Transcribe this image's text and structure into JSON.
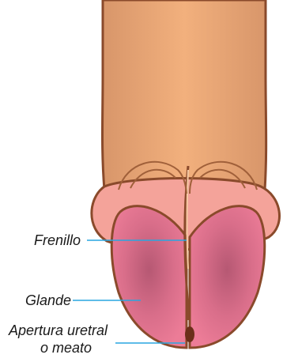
{
  "labels": {
    "frenillo": "Frenillo",
    "glande": "Glande",
    "meato_line1": "Apertura uretral",
    "meato_line2": "o meato"
  },
  "colors": {
    "outline": "#8a4a2b",
    "shaft_light": "#f2b07d",
    "shaft_dark": "#d8966a",
    "foreskin": "#f4a39a",
    "glans": "#ec7c97",
    "glans_shade": "#c0607c",
    "leader": "#29a6e0"
  }
}
